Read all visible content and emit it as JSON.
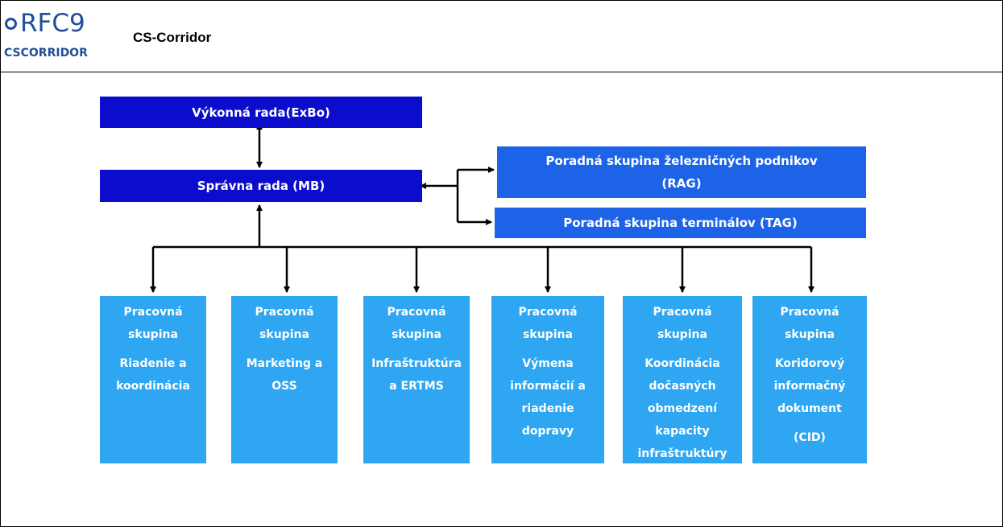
{
  "header": {
    "logo": {
      "main": "RFC9",
      "sub": "CSCORRIDOR"
    },
    "title": "CS-Corridor"
  },
  "diagram": {
    "exbo": "Výkonná rada(ExBo)",
    "mb": "Správna rada (MB)",
    "rag_line1": "Poradná skupina železničných podnikov",
    "rag_line2": "(RAG)",
    "tag": "Poradná skupina terminálov (TAG)",
    "working_groups": [
      {
        "line1": "Pracovná",
        "line2": "skupina",
        "desc": [
          "Riadenie a",
          "koordinácia"
        ]
      },
      {
        "line1": "Pracovná",
        "line2": "skupina",
        "desc": [
          "Marketing a",
          "OSS"
        ]
      },
      {
        "line1": "Pracovná",
        "line2": "skupina",
        "desc": [
          "Infraštruktúra",
          "a ERTMS"
        ]
      },
      {
        "line1": "Pracovná",
        "line2": "skupina",
        "desc": [
          "Výmena",
          "informácií a",
          "riadenie",
          "dopravy"
        ]
      },
      {
        "line1": "Pracovná",
        "line2": "skupina",
        "desc": [
          "Koordinácia",
          "dočasných",
          "obmedzení",
          "kapacity",
          "infraštruktúry"
        ]
      },
      {
        "line1": "Pracovná",
        "line2": "skupina",
        "desc": [
          "Koridorový",
          "informačný",
          "dokument",
          "(CID)"
        ]
      }
    ],
    "colors": {
      "dark": "#0c0ccc",
      "mid": "#1d63e8",
      "light": "#2ea6f1"
    }
  }
}
